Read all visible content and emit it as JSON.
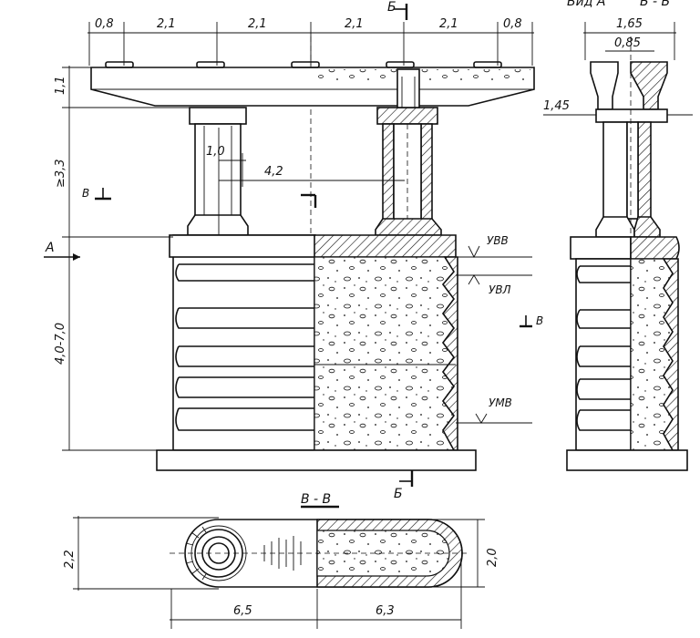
{
  "top_dims": [
    "0,8",
    "2,1",
    "2,1",
    "2,1",
    "2,1",
    "0,8"
  ],
  "section_marks": {
    "b_top": "Б",
    "b_bottom": "Б",
    "v_left": "В",
    "v_right": "В",
    "a_left": "А"
  },
  "side_view": {
    "title_left": "Вид А",
    "title_right": "Б - Б",
    "dim_width": "1,65",
    "dim_inner": "0,85",
    "dim_cap": "1,45"
  },
  "elevation_dims": {
    "slab": "1,1",
    "column": "≥3,3",
    "body": "4,0-7,0",
    "col_width": "1,0",
    "col_spacing": "4,2"
  },
  "water_levels": {
    "uvv": "УВВ",
    "uvl": "УВЛ",
    "umv": "УМВ"
  },
  "plan": {
    "title": "В - В",
    "dim_width": "2,2",
    "dim_inner": "2,0",
    "dim_left": "6,5",
    "dim_right": "6,3"
  }
}
